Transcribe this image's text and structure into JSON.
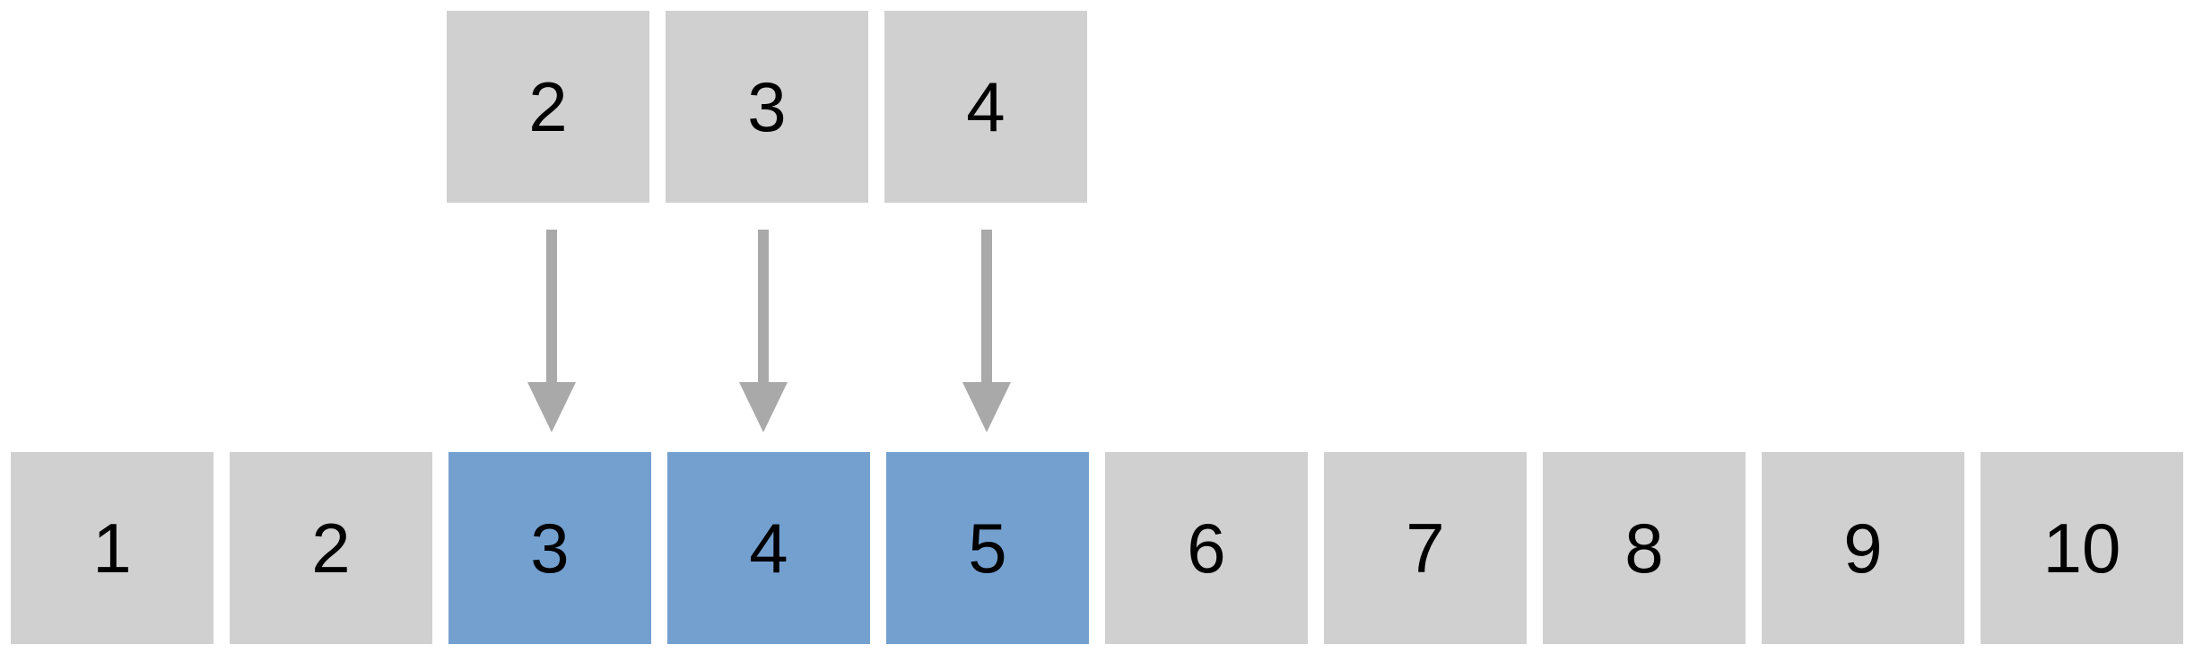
{
  "colors": {
    "cell": "#d0d0d0",
    "highlight": "#74a0d0",
    "arrow": "#a9a9a9",
    "text": "#000000"
  },
  "top_row": {
    "cells": [
      "2",
      "3",
      "4"
    ]
  },
  "bottom_row": {
    "cells": [
      "1",
      "2",
      "3",
      "4",
      "5",
      "6",
      "7",
      "8",
      "9",
      "10"
    ],
    "highlighted": [
      "3",
      "4",
      "5"
    ]
  },
  "arrows": [
    {
      "from": "2",
      "to": "3"
    },
    {
      "from": "3",
      "to": "4"
    },
    {
      "from": "4",
      "to": "5"
    }
  ]
}
